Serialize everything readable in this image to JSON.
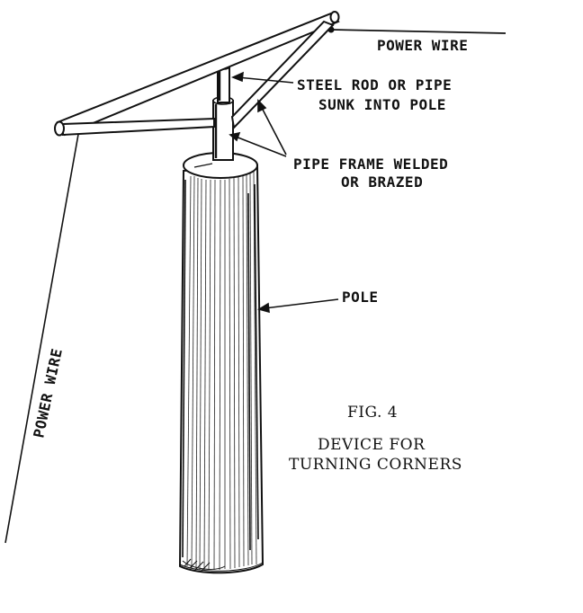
{
  "labels": {
    "power_wire_top": "POWER WIRE",
    "steel_rod_line1": "STEEL ROD OR PIPE",
    "steel_rod_line2": "SUNK INTO POLE",
    "pipe_frame_line1": "PIPE FRAME WELDED",
    "pipe_frame_line2": "OR BRAZED",
    "pole": "POLE",
    "power_wire_left": "POWER WIRE"
  },
  "caption": {
    "fig": "FIG. 4",
    "line1": "DEVICE FOR",
    "line2": "TURNING CORNERS"
  }
}
